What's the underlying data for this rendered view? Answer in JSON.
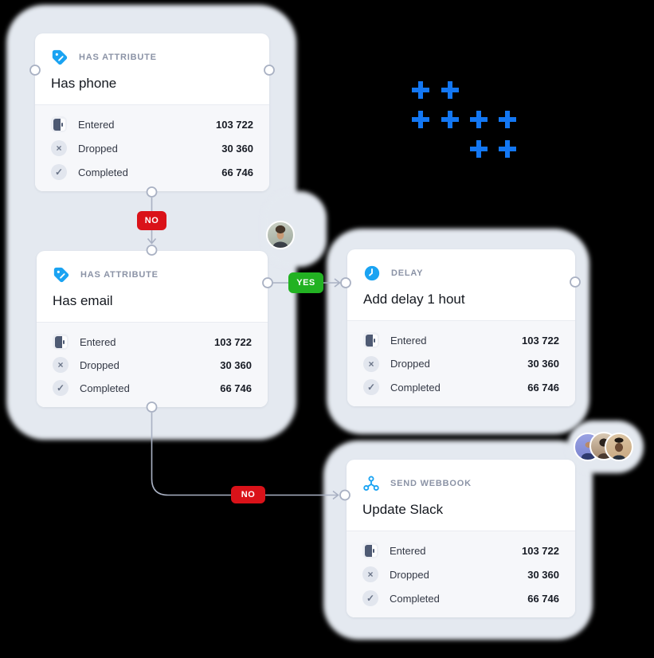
{
  "canvas": {
    "background": "#000000",
    "halo_color": "#e4e9f0"
  },
  "colors": {
    "accent_blue": "#1aa3f2",
    "plus_blue": "#1377f3",
    "badge_red": "#da1219",
    "badge_green": "#22b222",
    "line_gray": "#a9b1c3",
    "stats_bg": "#f6f7fa"
  },
  "icons": {
    "dropped_glyph": "×",
    "completed_glyph": "✓"
  },
  "nodes": [
    {
      "type_icon": "tag-icon",
      "type_label": "HAS ATTRIBUTE",
      "title": "Has phone",
      "stats": [
        {
          "icon": "entered-door-icon",
          "label": "Entered",
          "value": "103 722"
        },
        {
          "icon": "dropped-x-icon",
          "label": "Dropped",
          "value": "30 360"
        },
        {
          "icon": "completed-check-icon",
          "label": "Completed",
          "value": "66 746"
        }
      ]
    },
    {
      "type_icon": "tag-icon",
      "type_label": "HAS ATTRIBUTE",
      "title": "Has email",
      "stats": [
        {
          "icon": "entered-door-icon",
          "label": "Entered",
          "value": "103 722"
        },
        {
          "icon": "dropped-x-icon",
          "label": "Dropped",
          "value": "30 360"
        },
        {
          "icon": "completed-check-icon",
          "label": "Completed",
          "value": "66 746"
        }
      ]
    },
    {
      "type_icon": "clock-icon",
      "type_label": "DELAY",
      "title": "Add delay 1 hout",
      "stats": [
        {
          "icon": "entered-door-icon",
          "label": "Entered",
          "value": "103 722"
        },
        {
          "icon": "dropped-x-icon",
          "label": "Dropped",
          "value": "30 360"
        },
        {
          "icon": "completed-check-icon",
          "label": "Completed",
          "value": "66 746"
        }
      ]
    },
    {
      "type_icon": "webhook-icon",
      "type_label": "SEND WEBBOOK",
      "title": "Update Slack",
      "stats": [
        {
          "icon": "entered-door-icon",
          "label": "Entered",
          "value": "103 722"
        },
        {
          "icon": "dropped-x-icon",
          "label": "Dropped",
          "value": "30 360"
        },
        {
          "icon": "completed-check-icon",
          "label": "Completed",
          "value": "66 746"
        }
      ]
    }
  ],
  "connectors": [
    {
      "label": "NO",
      "color": "#da1219"
    },
    {
      "label": "YES",
      "color": "#22b222"
    },
    {
      "label": "NO",
      "color": "#da1219"
    }
  ],
  "collaborators": {
    "single_avatar_count": 1,
    "group_avatar_count": 3
  }
}
